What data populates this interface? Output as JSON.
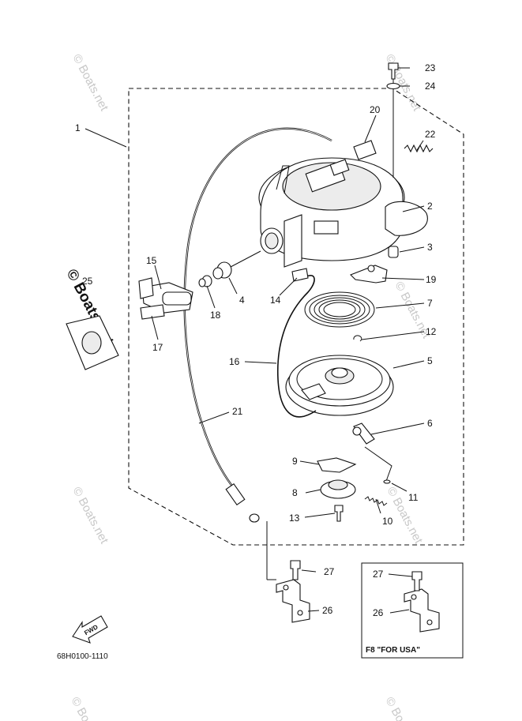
{
  "diagram": {
    "part_code": "68H0100-1110",
    "inset_label": "F8 \"FOR USA\"",
    "fwd_label": "FWD",
    "watermark": "© Boats.net",
    "callouts": [
      "1",
      "2",
      "3",
      "4",
      "5",
      "6",
      "7",
      "8",
      "9",
      "10",
      "11",
      "12",
      "13",
      "14",
      "15",
      "16",
      "17",
      "18",
      "19",
      "20",
      "21",
      "22",
      "23",
      "24",
      "25",
      "26",
      "27"
    ]
  }
}
